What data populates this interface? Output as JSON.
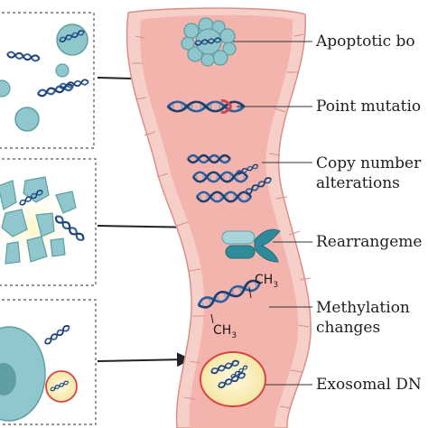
{
  "labels": {
    "apoptotic": "Apoptotic bo",
    "point_mutation": "Point mutatio",
    "copy_number_1": "Copy number",
    "copy_number_2": "alterations",
    "rearrangement": "Rearrangeme",
    "methylation_1": "Methylation",
    "methylation_2": "changes",
    "exosomal": "Exosomal DN"
  },
  "chem": {
    "ch3_top": "CH",
    "ch3_bottom": "CH",
    "subscript": "3"
  },
  "colors": {
    "vessel_fill": "#f2b4ad",
    "vessel_wall": "#f7cfc9",
    "vessel_border": "#d98f88",
    "cell_fill": "#8fc7cc",
    "cell_stroke": "#5f9ea3",
    "dna_blue": "#2f5f9e",
    "dna_dark": "#1f3f6e",
    "mutation_red": "#d64545",
    "box_border": "#555555"
  }
}
